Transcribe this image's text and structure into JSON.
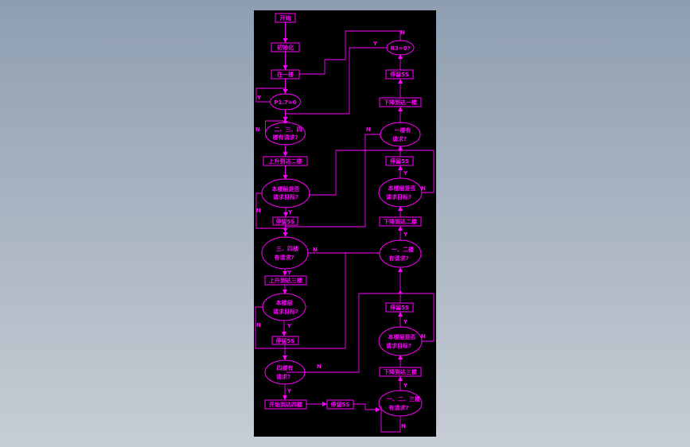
{
  "colors": {
    "background_top": "#8e9eb1",
    "background_bottom": "#c7cdd4",
    "canvas": "#000000",
    "line": "#ff00ff"
  },
  "flow": {
    "start": "开始",
    "init": "初始化",
    "at_floor1": "在一楼",
    "check_p17": "P1.7=0",
    "q_req_234": [
      "二、三、四",
      "楼有请求?"
    ],
    "up_to_2": "上升到达二楼",
    "q_target_2": [
      "本楼层是否",
      "请求目标?"
    ],
    "stop_2": "停留5S",
    "q_req_34": [
      "三、四楼",
      "有请求?"
    ],
    "up_to_3": "上升到达三楼",
    "q_target_3": [
      "本楼层",
      "请求目标?"
    ],
    "stop_3": "停留5S",
    "q_req_4": [
      "四楼有",
      "请求?"
    ],
    "up_to_4": "开始到达四楼",
    "stop_4": "停留5S",
    "q_req_123": [
      "一、二、三楼",
      "有请求?"
    ],
    "down_to_3": "下降到达三楼",
    "q_target_3b": [
      "本楼层是否",
      "请求目标?"
    ],
    "stop_3b": "停留5S",
    "q_req_12": [
      "一、二楼",
      "有请求?"
    ],
    "down_to_2": "下降到达二楼",
    "q_target_2b": [
      "本楼层是否",
      "请求目标?"
    ],
    "stop_2b": "停留5S",
    "q_req_1": [
      "一楼有",
      "请求?"
    ],
    "down_to_1": "下降到达一楼",
    "stop_1": "停留5S",
    "check_r3": "R3=0?",
    "yes": "Y",
    "no": "N"
  }
}
